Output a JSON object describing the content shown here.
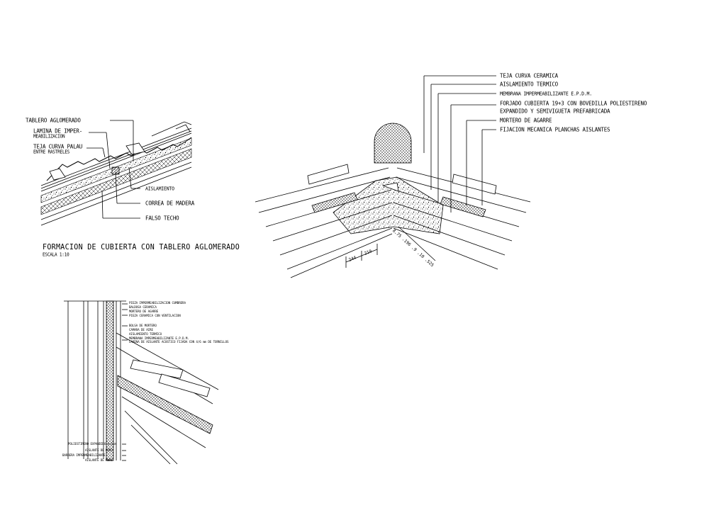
{
  "detail_a": {
    "labels": {
      "tablero": "TABLERO AGLOMERADO",
      "lamina_1": "LAMINA DE IMPER-",
      "lamina_2": "MEABILIZACION",
      "teja_1": "TEJA CURVA PALAU",
      "teja_2": "ENTRE RASTRELES",
      "aislamiento": "AISLAMIENTO",
      "correa": "CORREA DE MADERA",
      "falso": "FALSO TECHO"
    },
    "title": "FORMACION DE CUBIERTA CON TABLERO AGLOMERADO",
    "scale": "ESCALA 1:10"
  },
  "detail_b": {
    "labels": {
      "teja": "TEJA CURVA CERAMICA",
      "aislamiento": "AISLAMIENTO TERMICO",
      "membrana": "MEMBRANA IMPERMEABILIZANTE E.P.D.M.",
      "forjado_1": "FORJADO CUBIERTA 19+3 CON BOVEDILLA POLIESTIRENO",
      "forjado_2": "EXPANDIDO Y SEMIVIGUETA PREFABRICADA",
      "mortero": "MORTERO DE AGARRE",
      "fijacion": "FIJACION MECANICA PLANCHAS AISLANTES"
    },
    "dims": [
      "244",
      "210",
      "8.75 .196 .9 .10 .525"
    ]
  },
  "detail_c": {
    "top_labels": [
      "PIEZA IMPERMEABILIZACION CUMBRERA",
      "BALDOSA CERAMICA",
      "MORTERO DE AGARRE",
      "PIEZA CERAMICA CON VENTILACION",
      "",
      "BOLSA DE MORTERO",
      "CAMARA DE AIRE",
      "AISLAMIENTO TERMICO",
      "MEMBRANA IMPERMEABILIZANTE E.P.D.M.",
      "LAMINA DE AISLANTE ACUSTICO FIJADA CON 4/6 mm DE TORNILLOS"
    ],
    "bottom_labels": [
      "POLIESTIRENO EXPANDIDO e=5cm",
      "AISLANTE DE MURO",
      "BARRERA IMPERMEABILIZANTE",
      "AISLANTE DE MURO"
    ]
  }
}
